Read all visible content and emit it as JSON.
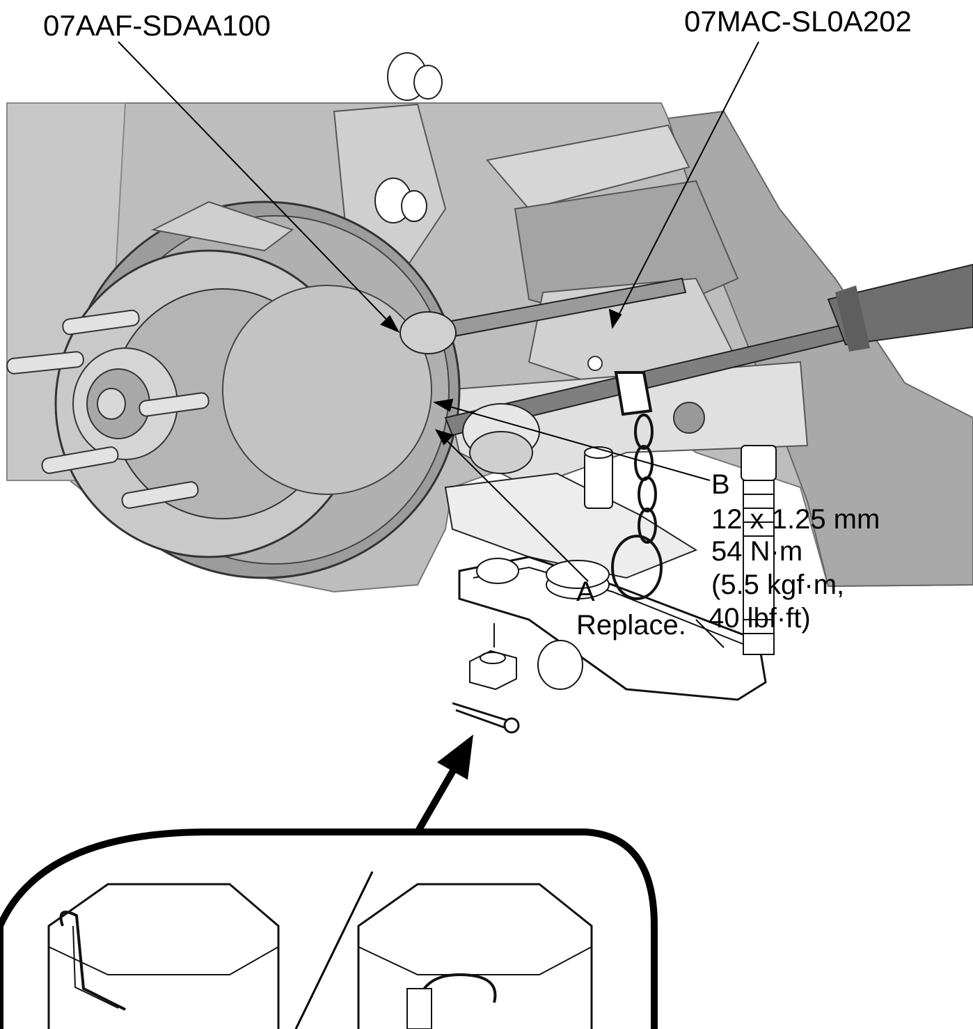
{
  "tools": {
    "left": "07AAF-SDAA100",
    "right": "07MAC-SL0A202"
  },
  "callouts": {
    "a": {
      "letter": "A",
      "note": "Replace."
    },
    "b": {
      "letter": "B",
      "size": "12 x 1.25 mm",
      "torque_nm": "54 N·m",
      "torque_kgf": "(5.5 kgf·m,",
      "torque_lbf": "40 lbf·ft)"
    }
  },
  "icons": {
    "hub": "wheel-hub-icon",
    "dust_shield": "brake-dust-shield-icon",
    "tie_rod": "tie-rod-icon",
    "steering_boot": "steering-rack-boot-icon",
    "ball_joint_remover": "ball-joint-remover-tool-icon",
    "chain": "hanging-chain-icon",
    "castle_nut": "castle-nut-icon",
    "cotter_pin": "cotter-pin-icon"
  },
  "colors": {
    "background": "#ffffff",
    "shaded_panel": "#b9b9b9",
    "shade_dark": "#8f8f8f",
    "shade_light": "#e4e4e4",
    "line": "#000000"
  }
}
